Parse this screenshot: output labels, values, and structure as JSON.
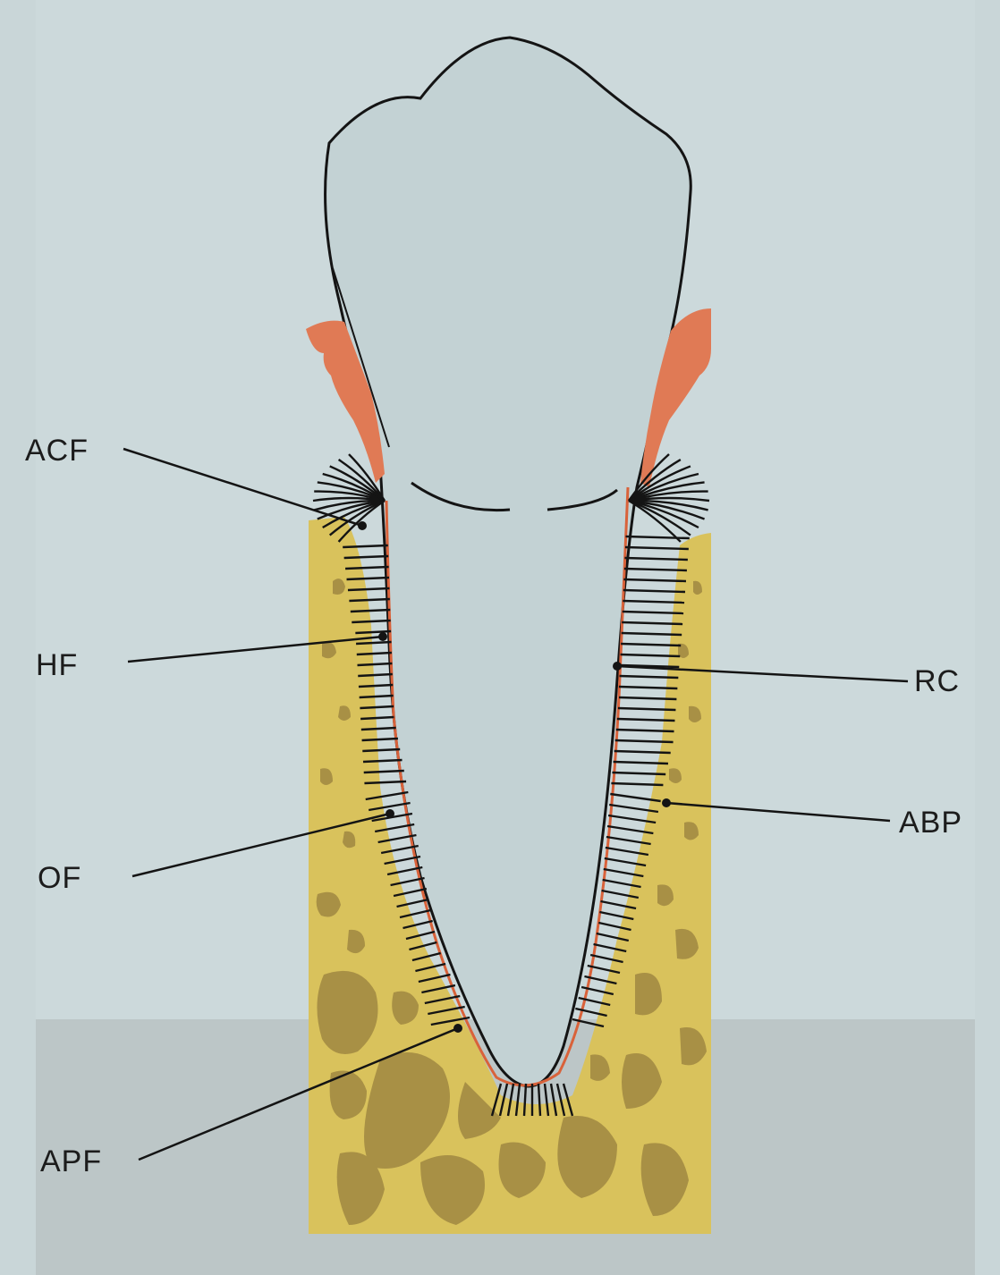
{
  "labels": {
    "acf": "ACF",
    "hf": "HF",
    "of": "OF",
    "apf": "APF",
    "rc": "RC",
    "abp": "ABP"
  },
  "colors": {
    "background": "#c9d6d8",
    "tooth": "#c3d2d4",
    "bone": "#d9c25c",
    "bone_trabeculae": "#a89045",
    "gingiva": "#e07a55",
    "cementum": "#d9623a",
    "fibers": "#141414"
  }
}
